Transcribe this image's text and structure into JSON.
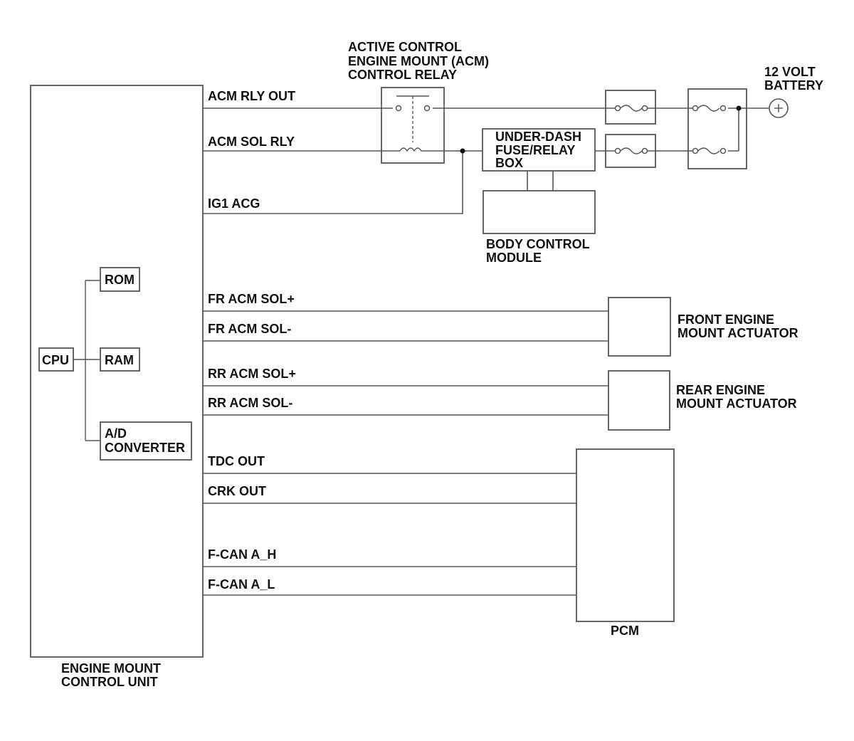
{
  "ecu": {
    "label_line1": "ENGINE MOUNT",
    "label_line2": "CONTROL UNIT",
    "cpu": "CPU",
    "rom": "ROM",
    "ram": "RAM",
    "adc_line1": "A/D",
    "adc_line2": "CONVERTER"
  },
  "signals": {
    "acm_rly_out": "ACM RLY OUT",
    "acm_sol_rly": "ACM SOL RLY",
    "ig1_acg": "IG1 ACG",
    "fr_acm_sol_plus": "FR ACM SOL+",
    "fr_acm_sol_minus": "FR ACM SOL-",
    "rr_acm_sol_plus": "RR ACM SOL+",
    "rr_acm_sol_minus": "RR ACM SOL-",
    "tdc_out": "TDC OUT",
    "crk_out": "CRK OUT",
    "fcan_h": "F-CAN A_H",
    "fcan_l": "F-CAN A_L"
  },
  "relay": {
    "line1": "ACTIVE CONTROL",
    "line2": "ENGINE MOUNT (ACM)",
    "line3": "CONTROL RELAY"
  },
  "fusebox": {
    "line1": "UNDER-DASH",
    "line2": "FUSE/RELAY",
    "line3": "BOX"
  },
  "bcm": {
    "line1": "BODY CONTROL",
    "line2": "MODULE"
  },
  "battery": {
    "line1": "12 VOLT",
    "line2": "BATTERY"
  },
  "front_actuator": {
    "line1": "FRONT ENGINE",
    "line2": "MOUNT ACTUATOR"
  },
  "rear_actuator": {
    "line1": "REAR ENGINE",
    "line2": "MOUNT ACTUATOR"
  },
  "pcm": {
    "label": "PCM"
  },
  "icons": {
    "battery_terminal": "plus-circle-icon",
    "fuse": "fuse-icon",
    "relay_contact": "switch-contact-icon",
    "relay_coil": "coil-icon"
  },
  "colors": {
    "line": "#555555",
    "text": "#111111",
    "background": "#ffffff"
  }
}
